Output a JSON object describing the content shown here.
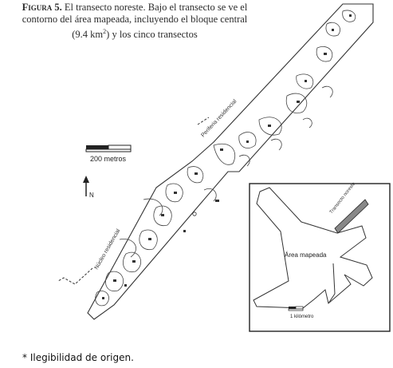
{
  "caption": {
    "label": "Figura 5.",
    "line1": "El transecto noreste. Bajo el transecto se ve el",
    "line2": "contorno del área mapeada, incluyendo el bloque central",
    "line3_pre": "(9.4 km",
    "line3_sup": "2",
    "line3_post": ") y los cinco transectos"
  },
  "map": {
    "scale_label": "200 metros",
    "north_label": "N",
    "periphery_top_label": "Periferia residencial",
    "periphery_left_label": "Núcleo residencial"
  },
  "inset": {
    "area_label": "Área mapeada",
    "transect_label": "Transecto noreste",
    "scale_label": "1 kilómetro"
  },
  "note": "* Ilegibilidad de origen."
}
